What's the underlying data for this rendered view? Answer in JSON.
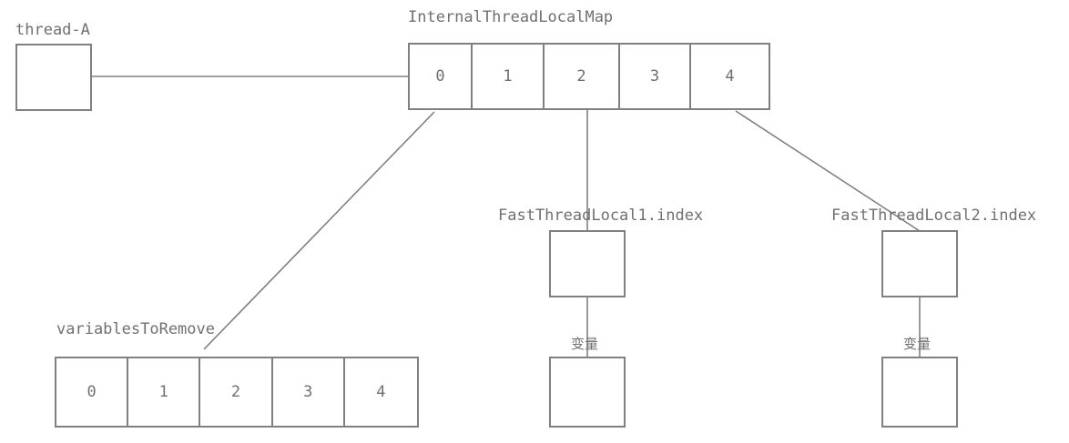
{
  "diagram": {
    "title_thread": "thread-A",
    "title_map": "InternalThreadLocalMap",
    "title_variables_to_remove": "variablesToRemove",
    "title_ftl1": "FastThreadLocal1.index",
    "title_ftl2": "FastThreadLocal2.index",
    "variable_label_1": "变量",
    "variable_label_2": "变量",
    "map_cells": [
      "0",
      "1",
      "2",
      "3",
      "4"
    ],
    "variables_to_remove_cells": [
      "0",
      "1",
      "2",
      "3",
      "4"
    ],
    "colors": {
      "stroke": "#808080",
      "text": "#707070",
      "background": "#ffffff"
    }
  }
}
